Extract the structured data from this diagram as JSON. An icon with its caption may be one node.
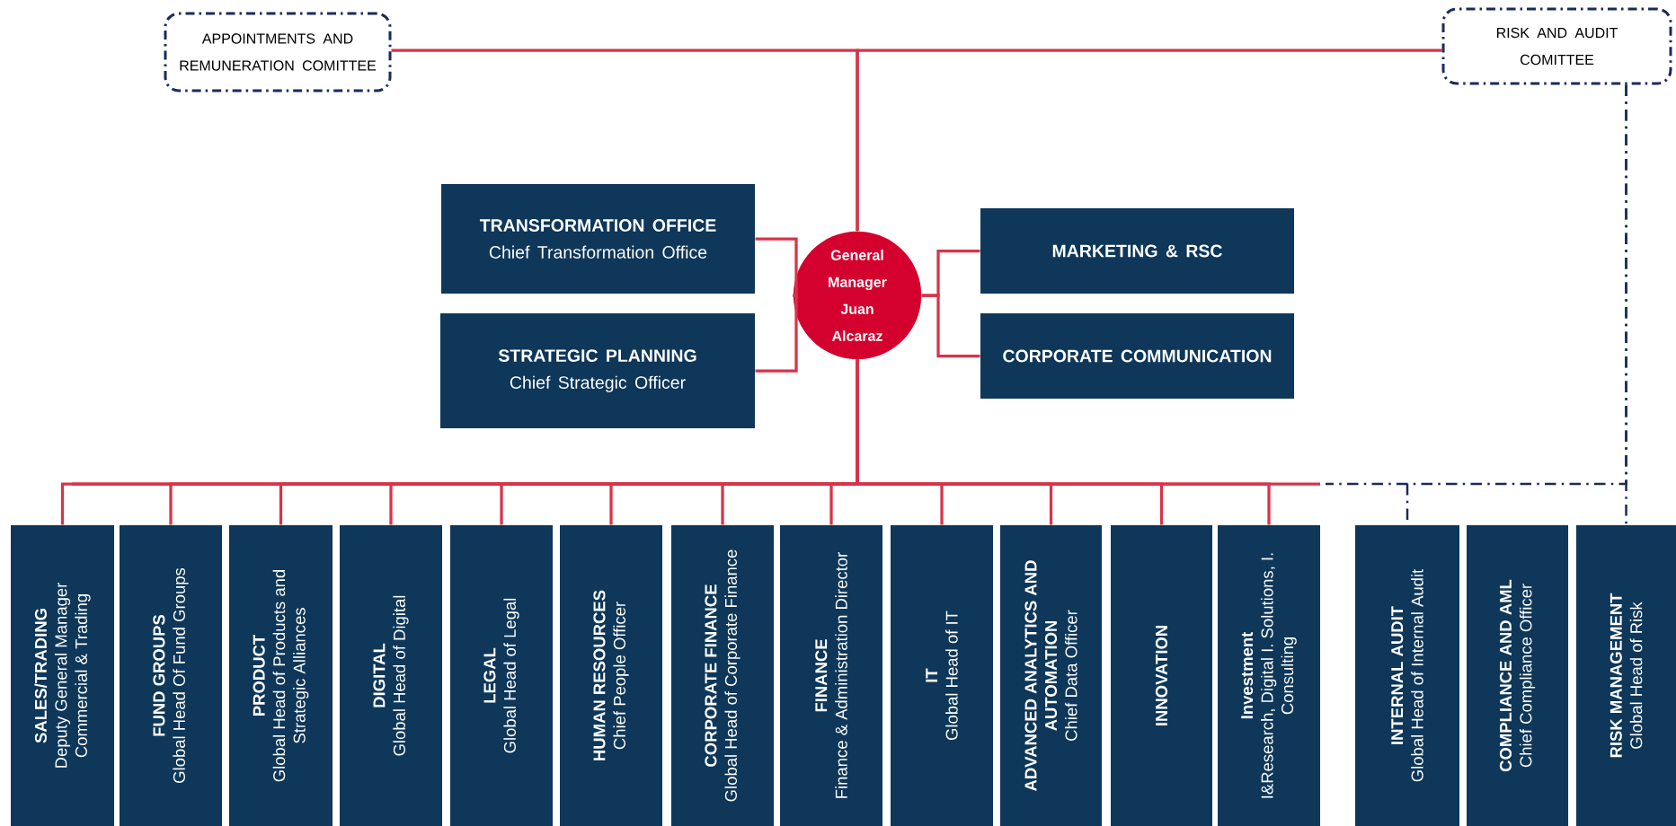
{
  "diagram": {
    "nodes": [
      {
        "text": [
          "APPOINTMENTS AND REMUNERATION COMITTEE"
        ]
      },
      {
        "text": [
          "RISK AND AUDIT COMITTEE"
        ]
      },
      {
        "text": [
          "General Manager Juan Alcaraz"
        ]
      },
      {
        "text": [
          "TRANSFORMATION OFFICE",
          "Chief Transformation Office"
        ]
      },
      {
        "text": [
          "STRATEGIC PLANNING",
          "Chief Strategic Officer"
        ]
      },
      {
        "text": [
          "MARKETING & RSC"
        ]
      },
      {
        "text": [
          "CORPORATE COMMUNICATION"
        ]
      },
      {
        "text": [
          "SALES/TRADING",
          "Deputy General Manager Commercial & Trading"
        ]
      },
      {
        "text": [
          "FUND GROUPS",
          "Global Head Of Fund Groups"
        ]
      },
      {
        "text": [
          "PRODUCT",
          "Global Head of Products and Strategic Alliances"
        ]
      },
      {
        "text": [
          "DIGITAL",
          "Global Head of Digital"
        ]
      },
      {
        "text": [
          "LEGAL",
          "Global Head of Legal"
        ]
      },
      {
        "text": [
          "HUMAN RESOURCES",
          "Chief People Officer"
        ]
      },
      {
        "text": [
          "CORPORATE FINANCE",
          "Global Head of Corporate Finance"
        ]
      },
      {
        "text": [
          "FINANCE",
          "Finance & Administration Director"
        ]
      },
      {
        "text": [
          "IT",
          "Global Head of IT"
        ]
      },
      {
        "text": [
          "ADVANCED ANALYTICS AND AUTOMATION",
          "Chief Data Officer"
        ]
      },
      {
        "text": [
          "INNOVATION"
        ]
      },
      {
        "text": [
          "Investment",
          "I&Research, Digital I. Solutions, I. Consulting"
        ]
      },
      {
        "text": [
          "INTERNAL AUDIT",
          "Global Head of Internal Audit"
        ]
      },
      {
        "text": [
          "COMPLIANCE AND AML",
          "Chief Compliance Officer"
        ]
      },
      {
        "text": [
          "RISK MANAGEMENT",
          "Global Head of Risk"
        ]
      }
    ],
    "edges": [
      {
        "from": 0,
        "to": 2,
        "arrow": "none"
      },
      {
        "from": 1,
        "to": 2,
        "arrow": "none"
      },
      {
        "from": 2,
        "to": 3,
        "arrow": "none"
      },
      {
        "from": 2,
        "to": 4,
        "arrow": "none"
      },
      {
        "from": 2,
        "to": 5,
        "arrow": "none"
      },
      {
        "from": 2,
        "to": 6,
        "arrow": "none"
      },
      {
        "from": 2,
        "to": 7,
        "arrow": "none"
      },
      {
        "from": 2,
        "to": 8,
        "arrow": "none"
      },
      {
        "from": 2,
        "to": 9,
        "arrow": "none"
      },
      {
        "from": 2,
        "to": 10,
        "arrow": "none"
      },
      {
        "from": 2,
        "to": 11,
        "arrow": "none"
      },
      {
        "from": 2,
        "to": 12,
        "arrow": "none"
      },
      {
        "from": 2,
        "to": 13,
        "arrow": "none"
      },
      {
        "from": 2,
        "to": 14,
        "arrow": "none"
      },
      {
        "from": 2,
        "to": 15,
        "arrow": "none"
      },
      {
        "from": 2,
        "to": 16,
        "arrow": "none"
      },
      {
        "from": 2,
        "to": 17,
        "arrow": "none"
      },
      {
        "from": 2,
        "to": 18,
        "arrow": "none"
      },
      {
        "from": 1,
        "to": 19,
        "arrow": "none",
        "style": "dashed",
        "color": "#1b2a5c"
      },
      {
        "from": 1,
        "to": 21,
        "arrow": "none",
        "style": "dashed",
        "color": "#1b2a5c"
      }
    ]
  }
}
